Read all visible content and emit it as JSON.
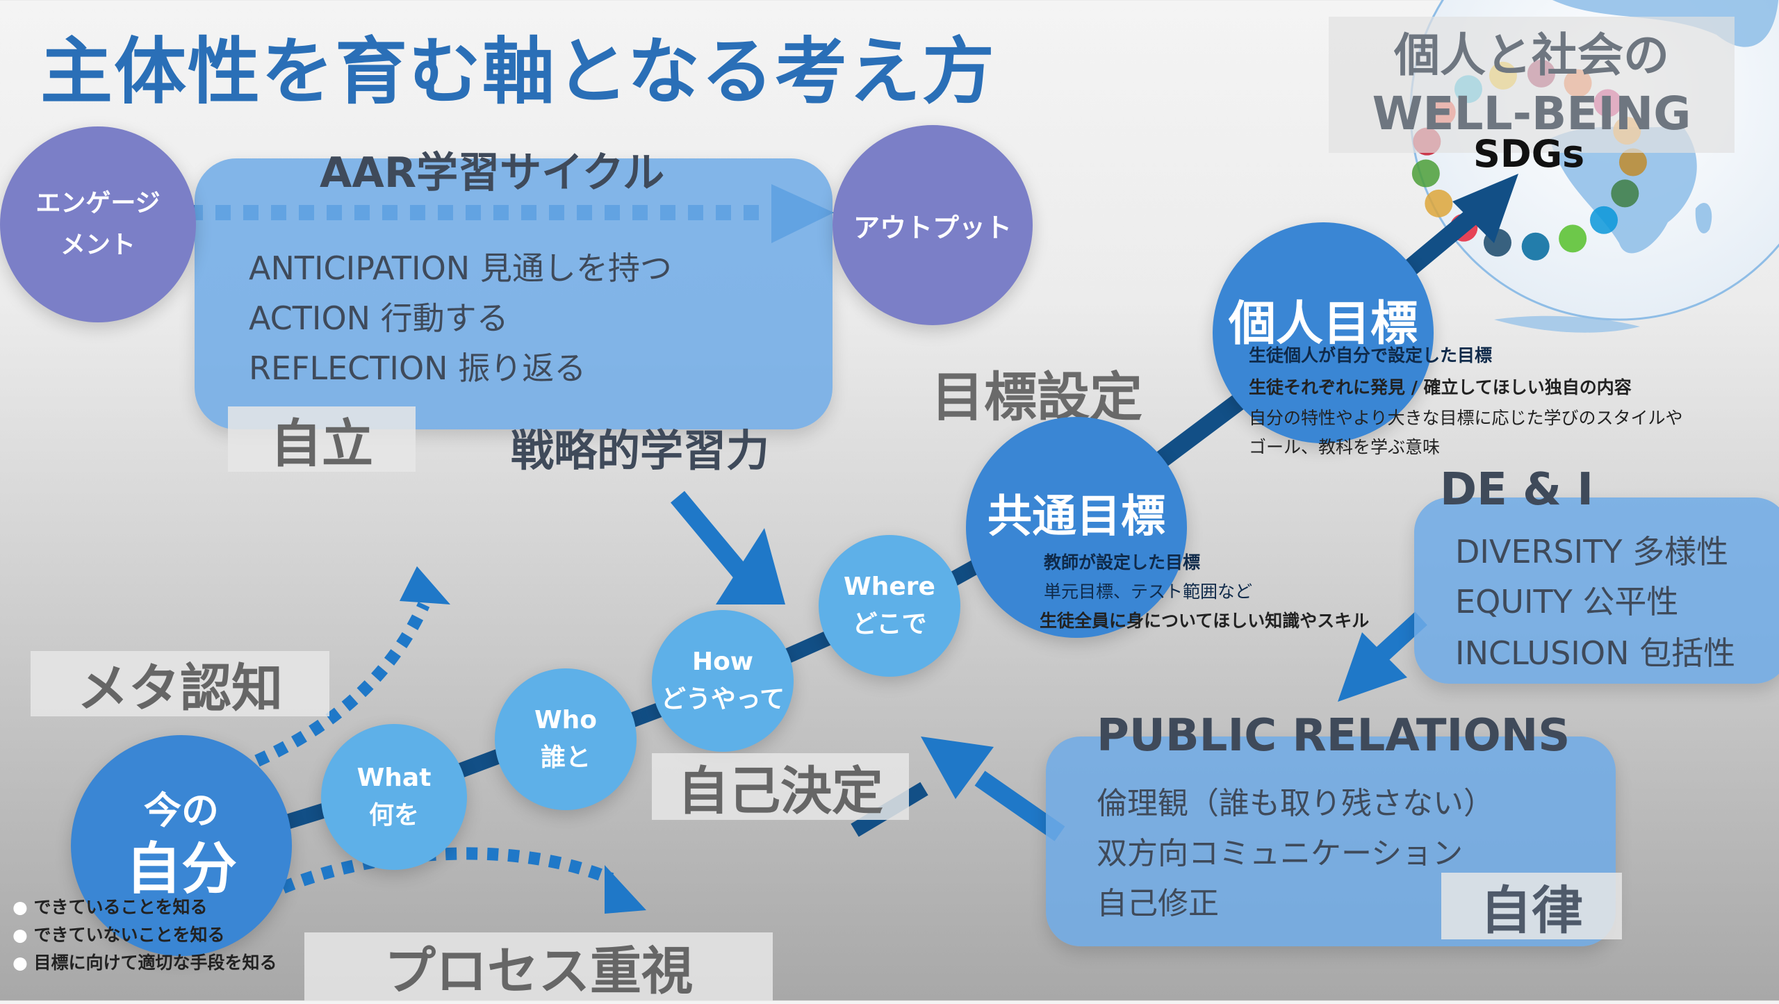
{
  "title": "主体性を育む軸となる考え方",
  "colors": {
    "title": "#2a6fb7",
    "purple_circle": "#7b7fc7",
    "blue_circle": "#3a86d4",
    "light_circle": "#5eb0e8",
    "arrow": "#1f78c8",
    "path_line": "#124f86",
    "box_fill": "#6eaae6",
    "label_gray": "#666666"
  },
  "aar": {
    "heading": "AAR学習サイクル",
    "start_circle": {
      "line1": "エンゲージ",
      "line2": "メント"
    },
    "end_circle": "アウトプット",
    "items": [
      "ANTICIPATION 見通しを持つ",
      "ACTION 行動する",
      "REFLECTION 振り返る"
    ],
    "label": "自立"
  },
  "strategic_learning": "戦略的学習力",
  "goal_setting": {
    "label": "目標設定",
    "common_goal": {
      "title": "共通目標",
      "lines": [
        "教師が設定した目標",
        "単元目標、テスト範囲など",
        "生徒全員に身についてほしい知識やスキル"
      ]
    },
    "personal_goal": {
      "title": "個人目標",
      "lines": [
        "生徒個人が自分で設定した目標",
        "生徒それぞれに発見 / 確立してほしい独自の内容",
        "自分の特性やより大きな目標に応じた学びのスタイルや",
        "ゴール、教科を学ぶ意味"
      ]
    }
  },
  "wellbeing": {
    "line1": "個人と社会の",
    "line2": "WELL-BEING",
    "sdgs": "SDGs",
    "sdg_colors": [
      "#4c9f38",
      "#c5192d",
      "#ff3a21",
      "#26bde2",
      "#fcc30b",
      "#a21942",
      "#fd6925",
      "#dd1367",
      "#fd9d24",
      "#bf8b2e",
      "#3f7e44",
      "#0a97d9",
      "#56c02b",
      "#00689d",
      "#19486a",
      "#e5243b",
      "#dda63a"
    ]
  },
  "dei": {
    "heading": "DE & I",
    "items": [
      "DIVERSITY 多様性",
      "EQUITY 公平性",
      "INCLUSION 包括性"
    ]
  },
  "public_relations": {
    "heading": "PUBLIC RELATIONS",
    "items": [
      "倫理観（誰も取り残さない）",
      "双方向コミュニケーション",
      "自己修正"
    ],
    "label": "自律"
  },
  "path": {
    "self": {
      "line1": "今の",
      "line2": "自分"
    },
    "steps": [
      {
        "en": "What",
        "ja": "何を"
      },
      {
        "en": "Who",
        "ja": "誰と"
      },
      {
        "en": "How",
        "ja": "どうやって"
      },
      {
        "en": "Where",
        "ja": "どこで"
      }
    ],
    "self_bullets": [
      "できていることを知る",
      "できていないことを知る",
      "目標に向けて適切な手段を知る"
    ]
  },
  "labels": {
    "metacognition": "メタ認知",
    "self_determination": "自己決定",
    "process_focus": "プロセス重視"
  }
}
